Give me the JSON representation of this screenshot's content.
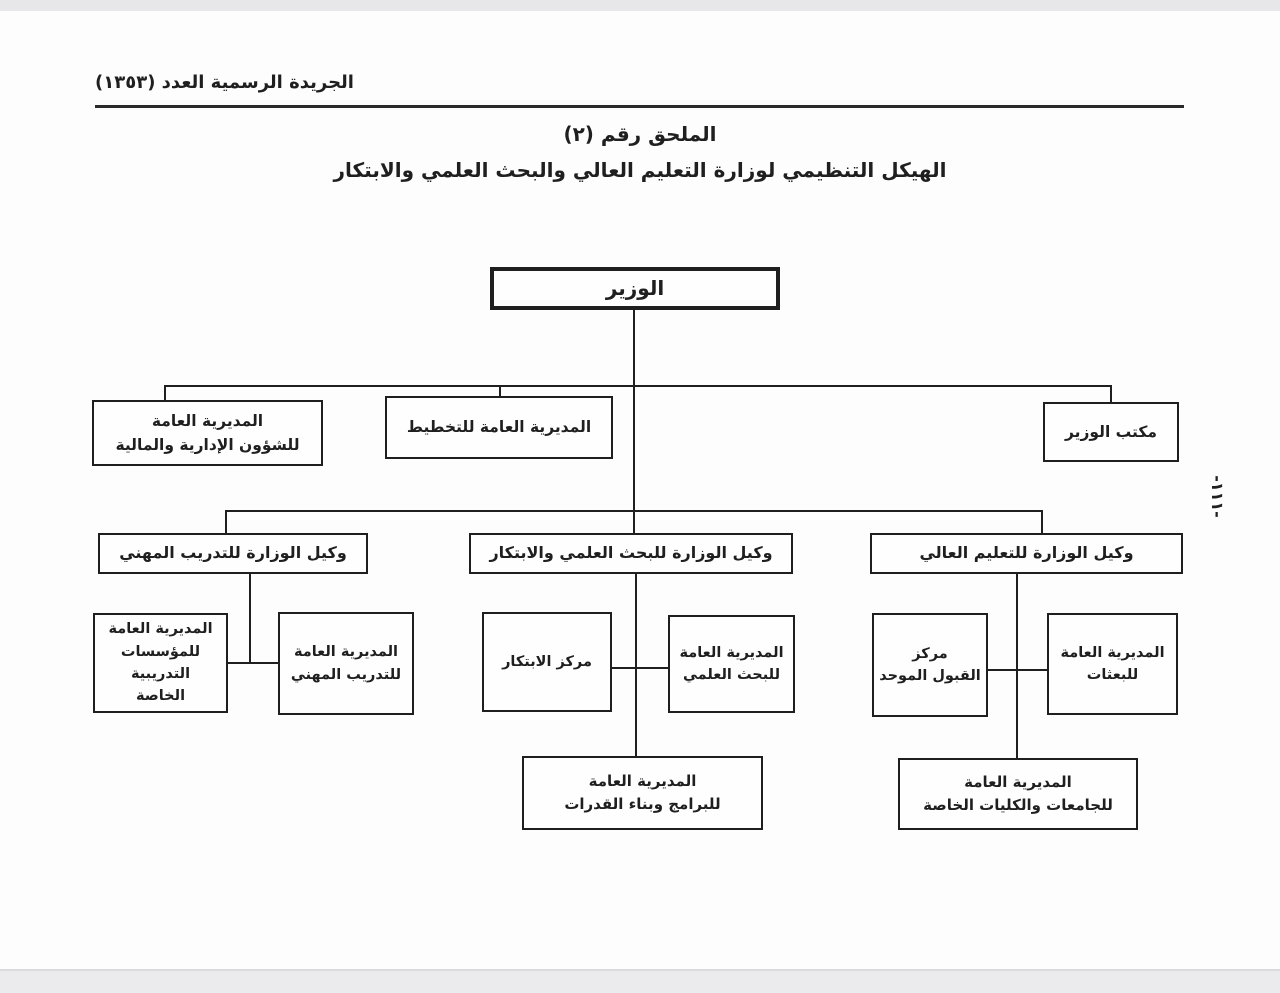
{
  "meta": {
    "gazette_header": "الجريدة الرسمية العدد (١٣٥٣)",
    "annex_label": "الملحق رقم (٢)",
    "diagram_title": "الهيكل التنظيمي لوزارة التعليم العالي والبحث العلمي والابتكار",
    "page_number_vertical": "-١١١-"
  },
  "org_chart": {
    "type": "org-tree",
    "root": "الوزير",
    "level2": [
      "المديرية العامة\nللشؤون الإدارية والمالية",
      "المديرية العامة للتخطيط",
      "مكتب الوزير"
    ],
    "branches": [
      {
        "head": "وكيل الوزارة للتدريب المهني",
        "children": [
          "المديرية العامة\nللمؤسسات\nالتدريبية\nالخاصة",
          "المديرية العامة\nللتدريب المهني"
        ]
      },
      {
        "head": "وكيل الوزارة للبحث العلمي والابتكار",
        "children": [
          "مركز الابتكار",
          "المديرية العامة\nللبحث العلمي"
        ],
        "sub": "المديرية العامة\nللبرامج وبناء القدرات"
      },
      {
        "head": "وكيل الوزارة للتعليم العالي",
        "children": [
          "مركز\nالقبول الموحد",
          "المديرية العامة\nللبعثات"
        ],
        "sub": "المديرية العامة\nللجامعات والكليات الخاصة"
      }
    ]
  },
  "colors": {
    "ink": "#1f1f1f",
    "paper": "#fdfdfd",
    "scan_edge": "#e9e9ec"
  }
}
